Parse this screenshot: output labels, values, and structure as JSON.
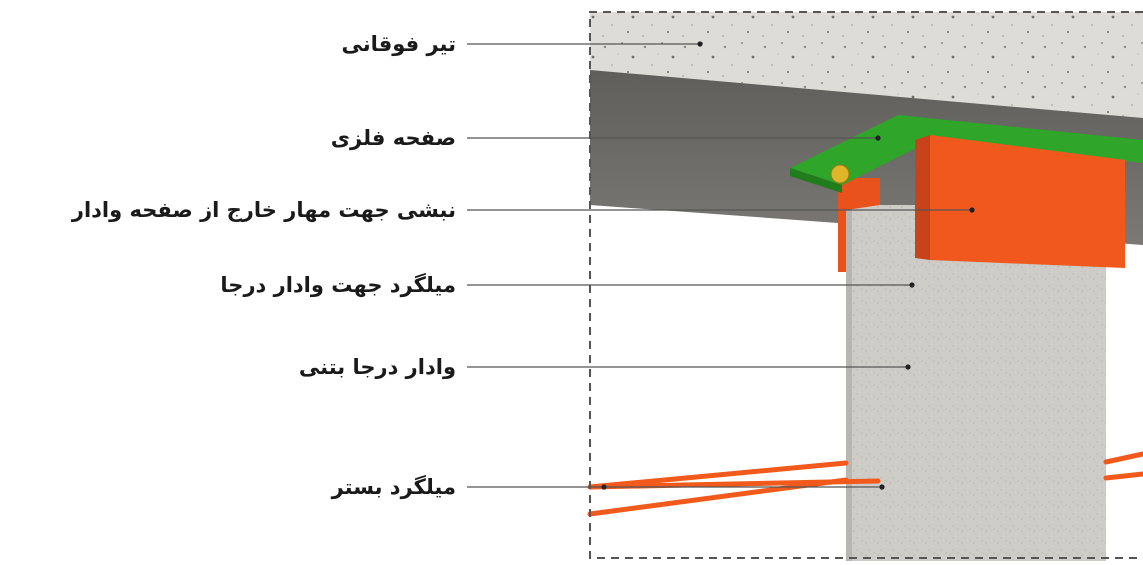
{
  "labels": {
    "top_beam": "تیر فوقانی",
    "steel_plate": "صفحه فلزی",
    "angle_anchor": "نبشی جهت مهار خارج از صفحه وادار",
    "wall_tie_rebar": "میلگرد جهت وادار درجا",
    "concrete_post": "وادار درجا بتنی",
    "bed_rebar": "میلگرد بستر"
  },
  "colors": {
    "concrete_top": "#dcdbd6",
    "beam_shadow": "#6b6a66",
    "steel_plate": "#2fa52a",
    "angle": "#f0581e",
    "post": "#c9c8c3",
    "rebar": "#f25a1c",
    "leader": "#555555",
    "frame_dash": "#555555"
  }
}
